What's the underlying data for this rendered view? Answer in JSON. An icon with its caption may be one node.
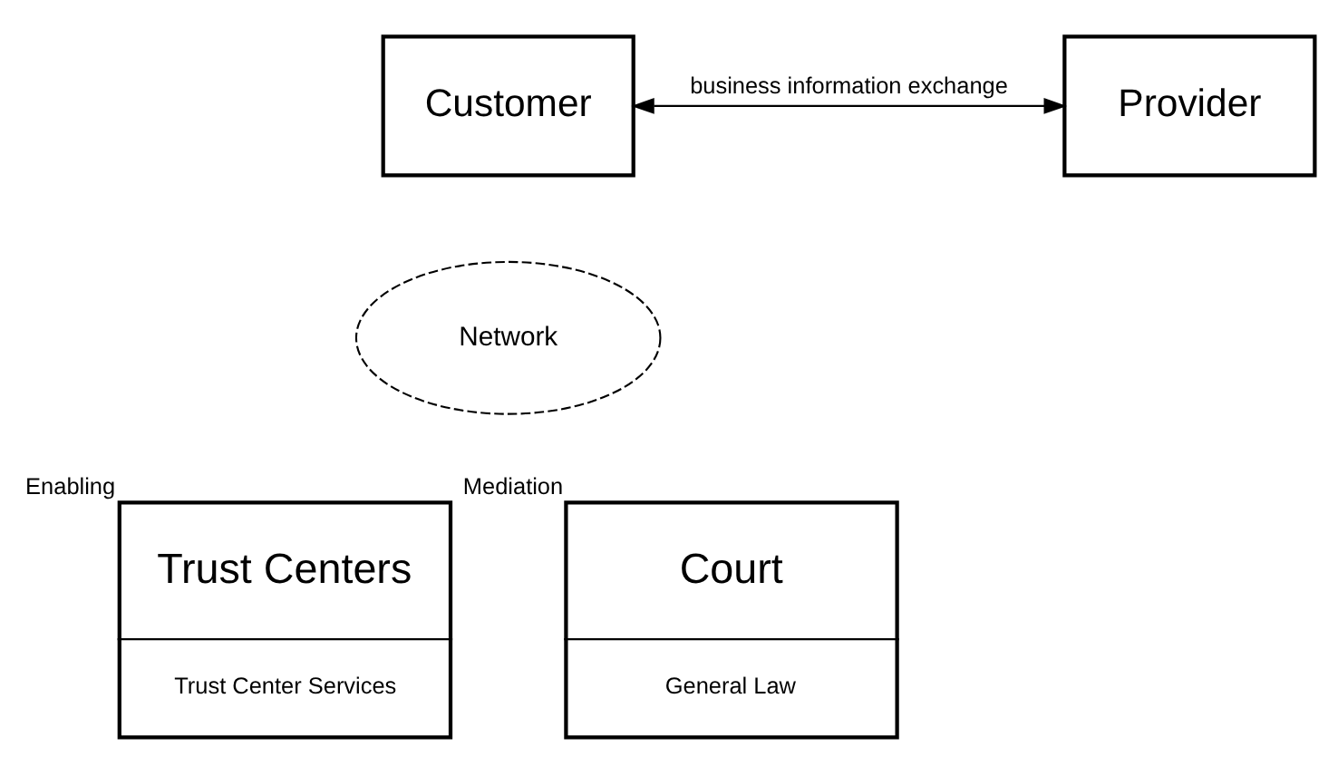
{
  "diagram": {
    "nodes": [
      {
        "text": [
          "Customer"
        ]
      },
      {
        "text": [
          "Network"
        ]
      },
      {
        "text": [
          "Provider"
        ]
      },
      {
        "text": [
          "Trust Centers",
          "Trust Center Services"
        ],
        "beside": [
          "Enabling"
        ]
      },
      {
        "text": [
          "Court",
          "General Law"
        ],
        "beside": [
          "Mediation"
        ]
      }
    ],
    "edges": [
      {
        "from": 0,
        "to": 2,
        "arrow": "both",
        "label": "business information exchange"
      }
    ]
  }
}
